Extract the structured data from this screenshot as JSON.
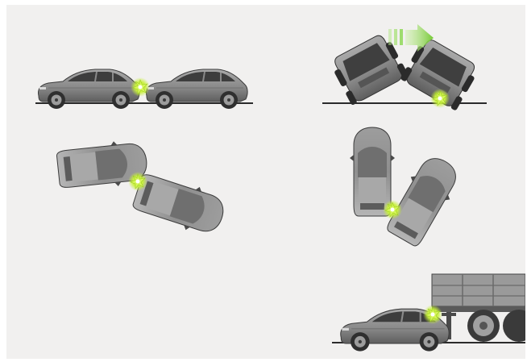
{
  "illustration": {
    "scenes": [
      {
        "id": "rear-end-collision"
      },
      {
        "id": "rollover"
      },
      {
        "id": "side-angle-collision"
      },
      {
        "id": "angled-front-collision"
      },
      {
        "id": "underride-truck-collision"
      }
    ],
    "colors": {
      "background": "#f1f0ef",
      "car_body": "#8c8c8c",
      "car_dark": "#4a4a4a",
      "ground": "#2b2b2b",
      "impact": "#c8f03c",
      "arrow": "#7fd33a"
    },
    "icons": [
      "impact-burst-icon",
      "direction-arrow-icon"
    ]
  }
}
